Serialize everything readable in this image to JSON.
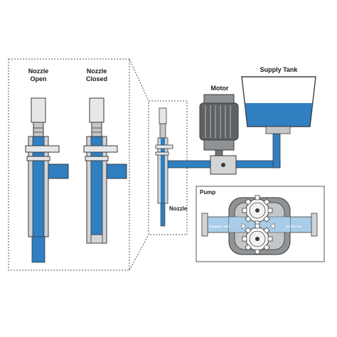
{
  "labels": {
    "nozzle_open_line1": "Nozzle",
    "nozzle_open_line2": "Open",
    "nozzle_closed_line1": "Nozzle",
    "nozzle_closed_line2": "Closed",
    "motor": "Motor",
    "supply_tank": "Supply Tank",
    "nozzle": "Nozzle",
    "pump": "Pump",
    "product_exit": "PRODUCT EXIT",
    "supply_in": "SUPPLY IN"
  },
  "colors": {
    "fluid": "#2f7fc1",
    "fluid_light": "#a9cde8",
    "metal": "#d2d4d6",
    "metal_dark": "#8f9396",
    "outline": "#3a3a3a",
    "motor_body": "#5f6265"
  },
  "icons": [
    "gear-icon"
  ]
}
